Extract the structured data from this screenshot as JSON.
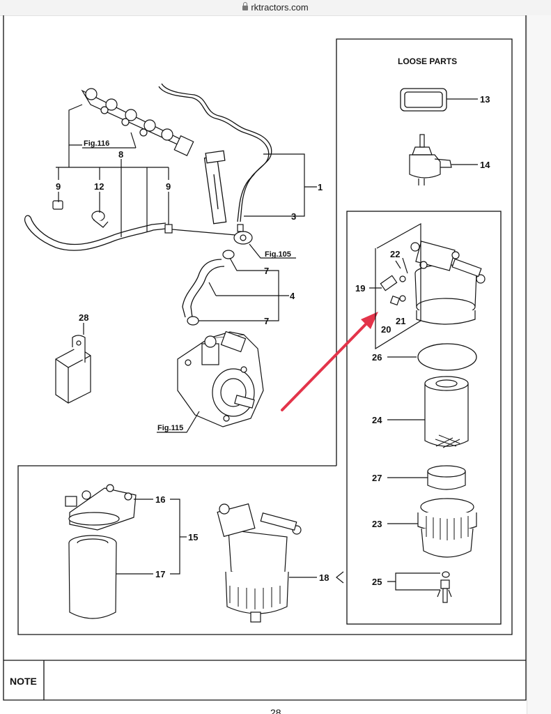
{
  "browser": {
    "url": "rktractors.com"
  },
  "diagram": {
    "loose_parts_title": "LOOSE PARTS",
    "note_label": "NOTE",
    "page_number": "28",
    "fig_refs": {
      "fig116": "Fig.116",
      "fig105": "Fig.105",
      "fig115": "Fig.115"
    },
    "callouts": {
      "c1": "1",
      "c3": "3",
      "c4": "4",
      "c7a": "7",
      "c7b": "7",
      "c8": "8",
      "c9a": "9",
      "c9b": "9",
      "c12": "12",
      "c13": "13",
      "c14": "14",
      "c15": "15",
      "c16": "16",
      "c17": "17",
      "c18": "18",
      "c19": "19",
      "c20": "20",
      "c21": "21",
      "c22": "22",
      "c23": "23",
      "c24": "24",
      "c25": "25",
      "c26": "26",
      "c27": "27",
      "c28": "28"
    },
    "arrow_color": "#e3344a"
  }
}
